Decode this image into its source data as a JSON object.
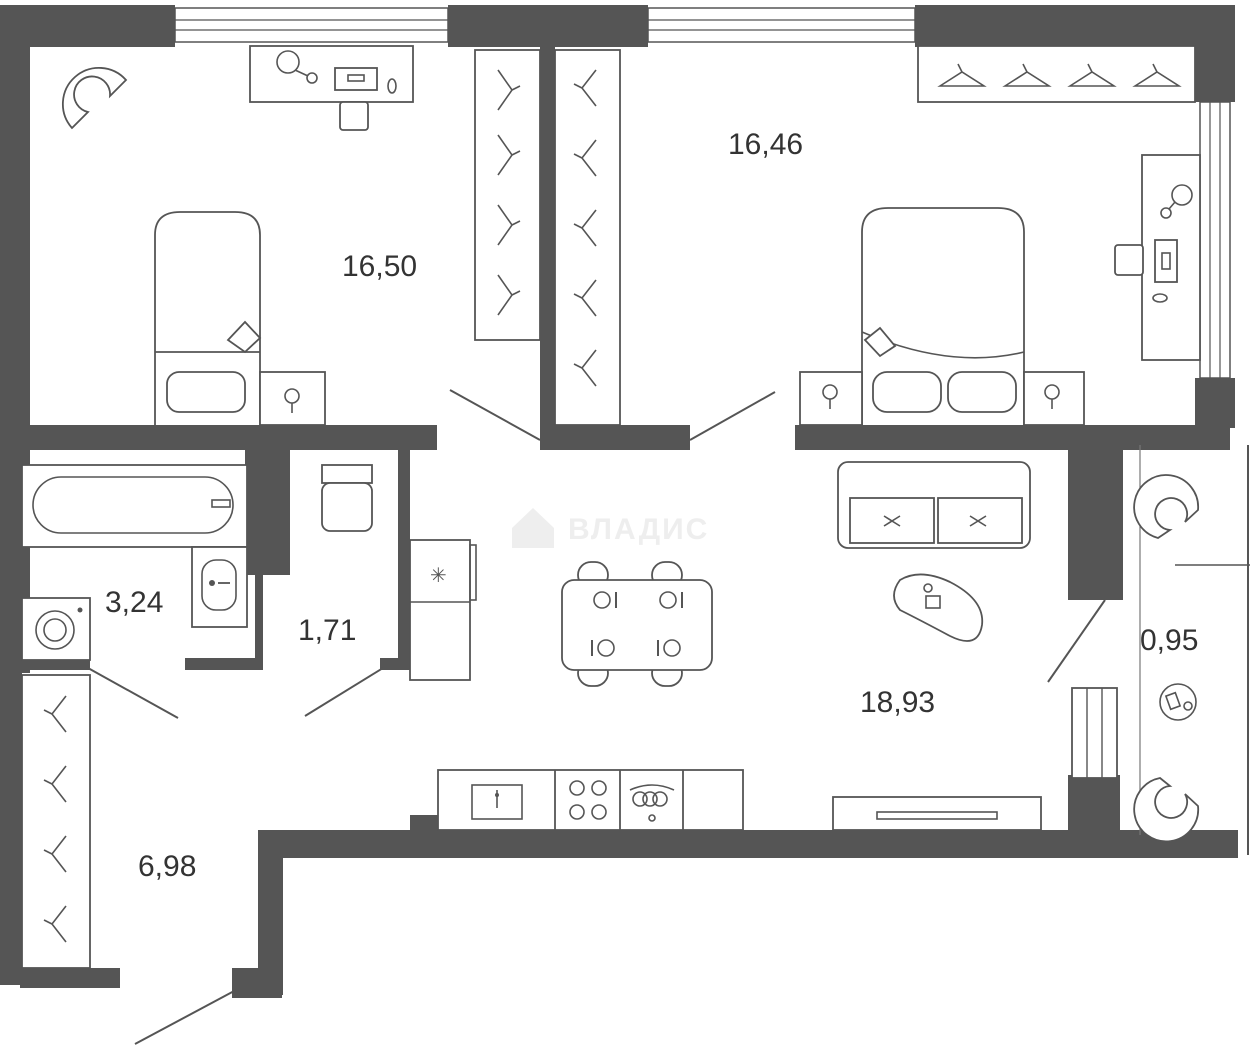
{
  "floor_plan": {
    "watermark": "ВЛАДИС",
    "colors": {
      "wall": "#555555",
      "text": "#333333",
      "background": "#ffffff",
      "watermark": "#eeeeee"
    },
    "rooms": [
      {
        "id": "bedroom-left",
        "area": "16,50"
      },
      {
        "id": "bedroom-right",
        "area": "16,46"
      },
      {
        "id": "bathroom",
        "area": "3,24"
      },
      {
        "id": "toilet",
        "area": "1,71"
      },
      {
        "id": "hallway",
        "area": "6,98"
      },
      {
        "id": "kitchen-living",
        "area": "18,93"
      },
      {
        "id": "balcony",
        "area": "0,95"
      }
    ],
    "icons": [
      "armchair-icon",
      "desk-icon",
      "bed-icon",
      "nightstand-icon",
      "wardrobe-icon",
      "hanger-icon",
      "bathtub-icon",
      "sink-icon",
      "washing-machine-icon",
      "toilet-icon",
      "fridge-icon",
      "dining-table-icon",
      "sofa-icon",
      "coffee-table-icon",
      "kitchen-sink-icon",
      "stove-icon",
      "hood-icon",
      "tv-stand-icon",
      "door-swing-icon"
    ]
  }
}
